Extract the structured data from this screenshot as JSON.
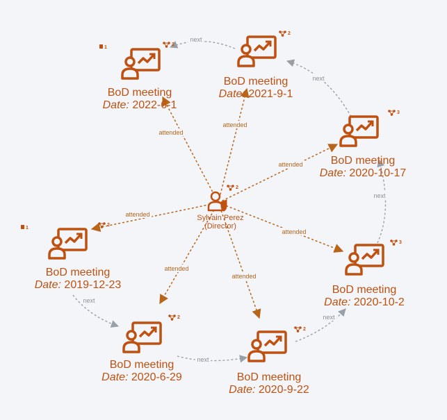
{
  "colors": {
    "accent": "#c0500f",
    "attended_edge": "#b8651a",
    "next_edge": "#9a9fa6",
    "label_attended": "#b8651a",
    "label_next": "#8a8f96",
    "background": "#f3f5f8"
  },
  "person": {
    "id": "p",
    "name": "Sylvain Perez",
    "role": "(Director)",
    "icon": "person-shield-icon",
    "badge": "2"
  },
  "meetings": [
    {
      "id": "m1",
      "title": "BoD meeting",
      "date_key": "Date:",
      "date": "2021-9-1",
      "badge": "2",
      "badge_icon": "share-icon"
    },
    {
      "id": "m2",
      "title": "BoD meeting",
      "date_key": "Date:",
      "date": "2020-10-17",
      "badge": "3",
      "badge_icon": "share-icon"
    },
    {
      "id": "m3",
      "title": "BoD meeting",
      "date_key": "Date:",
      "date": "2020-10-2",
      "badge": "3",
      "badge_icon": "share-icon"
    },
    {
      "id": "m4",
      "title": "BoD meeting",
      "date_key": "Date:",
      "date": "2020-9-22",
      "badge": "2",
      "badge_icon": "share-icon"
    },
    {
      "id": "m5",
      "title": "BoD meeting",
      "date_key": "Date:",
      "date": "2020-6-29",
      "badge": "2",
      "badge_icon": "share-icon"
    },
    {
      "id": "m6",
      "title": "BoD meeting",
      "date_key": "Date:",
      "date": "2019-12-23",
      "badge": "2",
      "badge_icon": "share-icon"
    },
    {
      "id": "m7",
      "title": "BoD meeting",
      "date_key": "Date:",
      "date": "2022-6-1",
      "badge": "2",
      "badge_icon": "share-icon"
    }
  ],
  "edges": [
    {
      "from": "p",
      "to": "m1",
      "label": "attended",
      "kind": "attended"
    },
    {
      "from": "p",
      "to": "m2",
      "label": "attended",
      "kind": "attended"
    },
    {
      "from": "p",
      "to": "m3",
      "label": "attended",
      "kind": "attended"
    },
    {
      "from": "p",
      "to": "m4",
      "label": "attended",
      "kind": "attended"
    },
    {
      "from": "p",
      "to": "m5",
      "label": "attended",
      "kind": "attended"
    },
    {
      "from": "p",
      "to": "m6",
      "label": "attended",
      "kind": "attended"
    },
    {
      "from": "p",
      "to": "m7",
      "label": "attended",
      "kind": "attended"
    },
    {
      "from": "m6",
      "to": "m5",
      "label": "next",
      "kind": "next"
    },
    {
      "from": "m5",
      "to": "m4",
      "label": "next",
      "kind": "next"
    },
    {
      "from": "m4",
      "to": "m3",
      "label": "next",
      "kind": "next"
    },
    {
      "from": "m3",
      "to": "m2",
      "label": "next",
      "kind": "next"
    },
    {
      "from": "m2",
      "to": "m1",
      "label": "next",
      "kind": "next"
    },
    {
      "from": "m1",
      "to": "m7",
      "label": "next",
      "kind": "next"
    }
  ],
  "corner_badges": [
    {
      "id": "cb-left",
      "value": "1",
      "icon": "document-icon"
    },
    {
      "id": "cb-top",
      "value": "1",
      "icon": "document-icon"
    }
  ]
}
